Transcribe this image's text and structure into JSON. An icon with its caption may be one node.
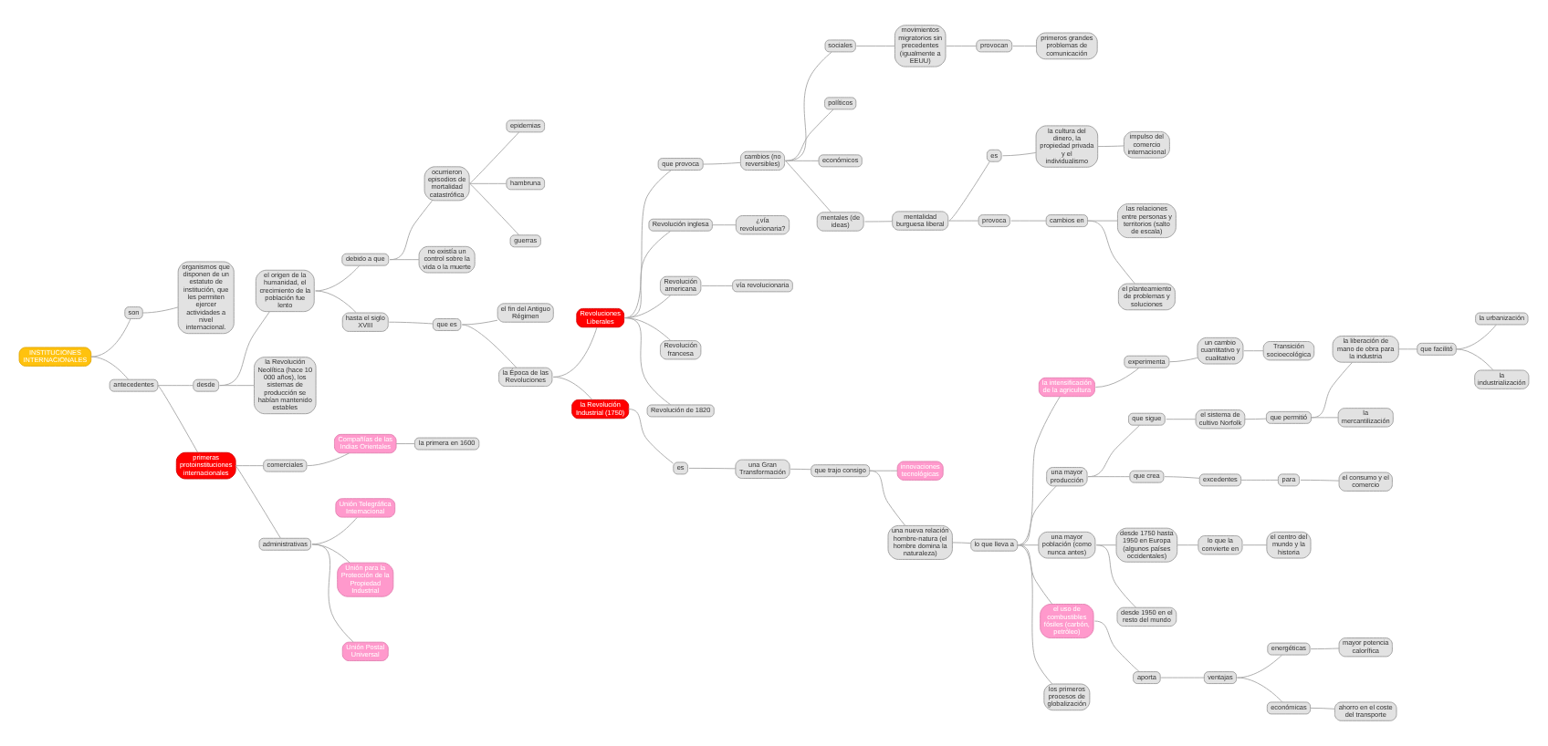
{
  "diagram": {
    "nodes": [
      {
        "text": [
          "INSTITUCIONES INTERNACIONALES"
        ]
      },
      {
        "text": [
          "son"
        ]
      },
      {
        "text": [
          "organismos que disponen de un estatuto de institución, que les permiten ejercer actividades a nivel internacional."
        ]
      },
      {
        "text": [
          "antecedentes"
        ]
      },
      {
        "text": [
          "desde"
        ]
      },
      {
        "text": [
          "el origen de la humanidad, el crecimiento de la población fue lento"
        ]
      },
      {
        "text": [
          "debido a que"
        ]
      },
      {
        "text": [
          "ocurrieron episodios de mortalidad catastrófica"
        ]
      },
      {
        "text": [
          "epidemias"
        ]
      },
      {
        "text": [
          "hambruna"
        ]
      },
      {
        "text": [
          "guerras"
        ]
      },
      {
        "text": [
          "no existía un control sobre la vida o la muerte"
        ]
      },
      {
        "text": [
          "hasta el siglo XVIII"
        ]
      },
      {
        "text": [
          "que es"
        ]
      },
      {
        "text": [
          "el fin del Antiguo Régimen"
        ]
      },
      {
        "text": [
          "la Época de las Revoluciones"
        ]
      },
      {
        "text": [
          "Revoluciones Liberales"
        ]
      },
      {
        "text": [
          "que provoca"
        ]
      },
      {
        "text": [
          "cambios (no reversibles)"
        ]
      },
      {
        "text": [
          "sociales"
        ]
      },
      {
        "text": [
          "movimientos migratorios sin precedentes (igualmente a EEUU)"
        ]
      },
      {
        "text": [
          "provocan"
        ]
      },
      {
        "text": [
          "primeros grandes problemas de comunicación"
        ]
      },
      {
        "text": [
          "políticos"
        ]
      },
      {
        "text": [
          "económicos"
        ]
      },
      {
        "text": [
          "mentales (de ideas)"
        ]
      },
      {
        "text": [
          "mentalidad burguesa liberal"
        ]
      },
      {
        "text": [
          "es"
        ]
      },
      {
        "text": [
          "la cultura del dinero, la propiedad privada y el individualismo"
        ]
      },
      {
        "text": [
          "impulso del comercio internacional"
        ]
      },
      {
        "text": [
          "provoca"
        ]
      },
      {
        "text": [
          "cambios en"
        ]
      },
      {
        "text": [
          "las relaciones entre personas y territorios (salto de escala)"
        ]
      },
      {
        "text": [
          "el planteamiento de problemas y soluciones"
        ]
      },
      {
        "text": [
          "Revolución inglesa"
        ]
      },
      {
        "text": [
          "¿vía revolucionaria?"
        ]
      },
      {
        "text": [
          "Revolución americana"
        ]
      },
      {
        "text": [
          "vía revolucionaria"
        ]
      },
      {
        "text": [
          "Revolución francesa"
        ]
      },
      {
        "text": [
          "Revolución de 1820"
        ]
      },
      {
        "text": [
          "la Revolución Industrial (1750)"
        ]
      },
      {
        "text": [
          "es"
        ]
      },
      {
        "text": [
          "una Gran Transformación"
        ]
      },
      {
        "text": [
          "que trajo consigo"
        ]
      },
      {
        "text": [
          "innovaciones tecnológicas"
        ]
      },
      {
        "text": [
          "una nueva relación hombre-natura (el hombre domina la naturaleza)"
        ]
      },
      {
        "text": [
          "lo que lleva a"
        ]
      },
      {
        "text": [
          "la intensificación de la agricultura"
        ]
      },
      {
        "text": [
          "experimenta"
        ]
      },
      {
        "text": [
          "un cambio cuantitativo y cualitativo"
        ]
      },
      {
        "text": [
          "Transición socioecológica"
        ]
      },
      {
        "text": [
          "una mayor producción"
        ]
      },
      {
        "text": [
          "que sigue"
        ]
      },
      {
        "text": [
          "el sistema de cultivo Norfolk"
        ]
      },
      {
        "text": [
          "que permitió"
        ]
      },
      {
        "text": [
          "la liberación de mano de obra para la industria"
        ]
      },
      {
        "text": [
          "que facilitó"
        ]
      },
      {
        "text": [
          "la urbanización"
        ]
      },
      {
        "text": [
          "la industrialización"
        ]
      },
      {
        "text": [
          "la mercantilización"
        ]
      },
      {
        "text": [
          "que crea"
        ]
      },
      {
        "text": [
          "excedentes"
        ]
      },
      {
        "text": [
          "para"
        ]
      },
      {
        "text": [
          "el consumo y el comercio"
        ]
      },
      {
        "text": [
          "una mayor población (como nunca antes)"
        ]
      },
      {
        "text": [
          "desde 1750 hasta 1950 en Europa (algunos países occidentales)"
        ]
      },
      {
        "text": [
          "lo que la convierte en"
        ]
      },
      {
        "text": [
          "el centro del mundo y la historia"
        ]
      },
      {
        "text": [
          "desde 1950 en el resto del mundo"
        ]
      },
      {
        "text": [
          "el uso de combustibles fósiles (carbón, petróleo)"
        ]
      },
      {
        "text": [
          "aporta"
        ]
      },
      {
        "text": [
          "ventajas"
        ]
      },
      {
        "text": [
          "energéticas"
        ]
      },
      {
        "text": [
          "mayor potencia calorífica"
        ]
      },
      {
        "text": [
          "económicas"
        ]
      },
      {
        "text": [
          "ahorro en el coste del transporte"
        ]
      },
      {
        "text": [
          "los primeros procesos de globalización"
        ]
      },
      {
        "text": [
          "la Revolución Neolítica (hace 10 000 años), los sistemas de producción se habían mantenido estables"
        ]
      },
      {
        "text": [
          "primeras protoinstituciones internacionales"
        ]
      },
      {
        "text": [
          "comerciales"
        ]
      },
      {
        "text": [
          "Compañías de las Indias Orientales"
        ]
      },
      {
        "text": [
          "la primera en 1600"
        ]
      },
      {
        "text": [
          "administrativas"
        ]
      },
      {
        "text": [
          "Unión Telegráfica Internacional"
        ]
      },
      {
        "text": [
          "Unión para la Protección de la Propiedad Industrial"
        ]
      },
      {
        "text": [
          "Unión Postal Universal"
        ]
      }
    ],
    "edges": [
      {
        "from": 0,
        "to": 1,
        "arrow": "none"
      },
      {
        "from": 1,
        "to": 2,
        "arrow": "none"
      },
      {
        "from": 0,
        "to": 3,
        "arrow": "none"
      },
      {
        "from": 3,
        "to": 4,
        "arrow": "none"
      },
      {
        "from": 4,
        "to": 5,
        "arrow": "none"
      },
      {
        "from": 5,
        "to": 6,
        "arrow": "none"
      },
      {
        "from": 6,
        "to": 7,
        "arrow": "none"
      },
      {
        "from": 7,
        "to": 8,
        "arrow": "none"
      },
      {
        "from": 7,
        "to": 9,
        "arrow": "none"
      },
      {
        "from": 7,
        "to": 10,
        "arrow": "none"
      },
      {
        "from": 6,
        "to": 11,
        "arrow": "none"
      },
      {
        "from": 5,
        "to": 12,
        "arrow": "none"
      },
      {
        "from": 12,
        "to": 13,
        "arrow": "none"
      },
      {
        "from": 13,
        "to": 14,
        "arrow": "none"
      },
      {
        "from": 13,
        "to": 15,
        "arrow": "none"
      },
      {
        "from": 15,
        "to": 16,
        "arrow": "none"
      },
      {
        "from": 16,
        "to": 17,
        "arrow": "none"
      },
      {
        "from": 17,
        "to": 18,
        "arrow": "none"
      },
      {
        "from": 18,
        "to": 19,
        "arrow": "none"
      },
      {
        "from": 19,
        "to": 20,
        "arrow": "none"
      },
      {
        "from": 20,
        "to": 21,
        "arrow": "none"
      },
      {
        "from": 21,
        "to": 22,
        "arrow": "none"
      },
      {
        "from": 18,
        "to": 23,
        "arrow": "none"
      },
      {
        "from": 18,
        "to": 24,
        "arrow": "none"
      },
      {
        "from": 18,
        "to": 25,
        "arrow": "none"
      },
      {
        "from": 25,
        "to": 26,
        "arrow": "none"
      },
      {
        "from": 26,
        "to": 27,
        "arrow": "none"
      },
      {
        "from": 27,
        "to": 28,
        "arrow": "none"
      },
      {
        "from": 28,
        "to": 29,
        "arrow": "none"
      },
      {
        "from": 26,
        "to": 30,
        "arrow": "none"
      },
      {
        "from": 30,
        "to": 31,
        "arrow": "none"
      },
      {
        "from": 31,
        "to": 32,
        "arrow": "none"
      },
      {
        "from": 31,
        "to": 33,
        "arrow": "none"
      },
      {
        "from": 16,
        "to": 34,
        "arrow": "none"
      },
      {
        "from": 34,
        "to": 35,
        "arrow": "none"
      },
      {
        "from": 16,
        "to": 36,
        "arrow": "none"
      },
      {
        "from": 36,
        "to": 37,
        "arrow": "none"
      },
      {
        "from": 16,
        "to": 38,
        "arrow": "none"
      },
      {
        "from": 16,
        "to": 39,
        "arrow": "none"
      },
      {
        "from": 15,
        "to": 40,
        "arrow": "none"
      },
      {
        "from": 40,
        "to": 41,
        "arrow": "none"
      },
      {
        "from": 41,
        "to": 42,
        "arrow": "none"
      },
      {
        "from": 42,
        "to": 43,
        "arrow": "none"
      },
      {
        "from": 43,
        "to": 44,
        "arrow": "none"
      },
      {
        "from": 43,
        "to": 45,
        "arrow": "none"
      },
      {
        "from": 45,
        "to": 46,
        "arrow": "none"
      },
      {
        "from": 46,
        "to": 47,
        "arrow": "none"
      },
      {
        "from": 47,
        "to": 48,
        "arrow": "none"
      },
      {
        "from": 48,
        "to": 49,
        "arrow": "none"
      },
      {
        "from": 49,
        "to": 50,
        "arrow": "none"
      },
      {
        "from": 46,
        "to": 51,
        "arrow": "none"
      },
      {
        "from": 51,
        "to": 52,
        "arrow": "none"
      },
      {
        "from": 52,
        "to": 53,
        "arrow": "none"
      },
      {
        "from": 53,
        "to": 54,
        "arrow": "none"
      },
      {
        "from": 54,
        "to": 55,
        "arrow": "none"
      },
      {
        "from": 55,
        "to": 56,
        "arrow": "none"
      },
      {
        "from": 56,
        "to": 57,
        "arrow": "none"
      },
      {
        "from": 56,
        "to": 58,
        "arrow": "none"
      },
      {
        "from": 54,
        "to": 59,
        "arrow": "none"
      },
      {
        "from": 51,
        "to": 60,
        "arrow": "none"
      },
      {
        "from": 60,
        "to": 61,
        "arrow": "none"
      },
      {
        "from": 61,
        "to": 62,
        "arrow": "none"
      },
      {
        "from": 62,
        "to": 63,
        "arrow": "none"
      },
      {
        "from": 46,
        "to": 64,
        "arrow": "none"
      },
      {
        "from": 64,
        "to": 65,
        "arrow": "none"
      },
      {
        "from": 65,
        "to": 66,
        "arrow": "none"
      },
      {
        "from": 66,
        "to": 67,
        "arrow": "none"
      },
      {
        "from": 64,
        "to": 68,
        "arrow": "none"
      },
      {
        "from": 46,
        "to": 69,
        "arrow": "none"
      },
      {
        "from": 69,
        "to": 70,
        "arrow": "none"
      },
      {
        "from": 70,
        "to": 71,
        "arrow": "none"
      },
      {
        "from": 71,
        "to": 72,
        "arrow": "none"
      },
      {
        "from": 72,
        "to": 73,
        "arrow": "none"
      },
      {
        "from": 71,
        "to": 74,
        "arrow": "none"
      },
      {
        "from": 74,
        "to": 75,
        "arrow": "none"
      },
      {
        "from": 46,
        "to": 76,
        "arrow": "none"
      },
      {
        "from": 4,
        "to": 77,
        "arrow": "none"
      },
      {
        "from": 3,
        "to": 78,
        "arrow": "none"
      },
      {
        "from": 78,
        "to": 79,
        "arrow": "none"
      },
      {
        "from": 79,
        "to": 80,
        "arrow": "none"
      },
      {
        "from": 80,
        "to": 81,
        "arrow": "none"
      },
      {
        "from": 78,
        "to": 82,
        "arrow": "none"
      },
      {
        "from": 82,
        "to": 83,
        "arrow": "none"
      },
      {
        "from": 82,
        "to": 84,
        "arrow": "none"
      },
      {
        "from": 82,
        "to": 85,
        "arrow": "none"
      }
    ]
  }
}
